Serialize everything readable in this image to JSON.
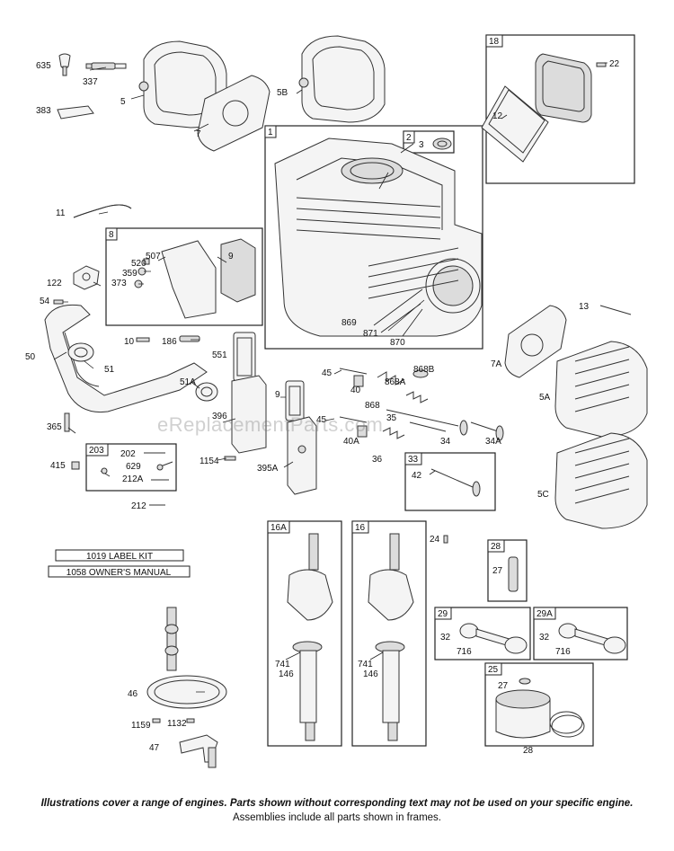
{
  "watermark": "eReplacementParts.com",
  "footer": {
    "disclaimer": "Illustrations cover a range of engines. Parts shown without corresponding text may not be used on your specific engine.",
    "note": "Assemblies include all parts shown in frames."
  },
  "kits": [
    {
      "label": "1019 LABEL KIT"
    },
    {
      "label": "1058 OWNER'S MANUAL"
    }
  ],
  "frames": [
    {
      "tag": "1"
    },
    {
      "tag": "2"
    },
    {
      "tag": "8"
    },
    {
      "tag": "18"
    },
    {
      "tag": "203"
    },
    {
      "tag": "33"
    },
    {
      "tag": "16A"
    },
    {
      "tag": "16"
    },
    {
      "tag": "28"
    },
    {
      "tag": "29"
    },
    {
      "tag": "29A"
    },
    {
      "tag": "25"
    }
  ],
  "labels": [
    "635",
    "337",
    "5",
    "383",
    "7",
    "5B",
    "22",
    "12",
    "3",
    "11",
    "507",
    "520",
    "359",
    "373",
    "9",
    "122",
    "54",
    "50",
    "51",
    "869",
    "871",
    "870",
    "13",
    "10",
    "186",
    "551",
    "45",
    "40",
    "868B",
    "868A",
    "7A",
    "51A",
    "9",
    "868",
    "35",
    "5A",
    "396",
    "45",
    "365",
    "40A",
    "34",
    "34A",
    "202",
    "629",
    "212A",
    "1154",
    "395A",
    "36",
    "42",
    "415",
    "5C",
    "212",
    "24",
    "27",
    "741",
    "146",
    "741",
    "146",
    "32",
    "716",
    "32",
    "716",
    "46",
    "27",
    "1159",
    "1132",
    "28",
    "47"
  ]
}
